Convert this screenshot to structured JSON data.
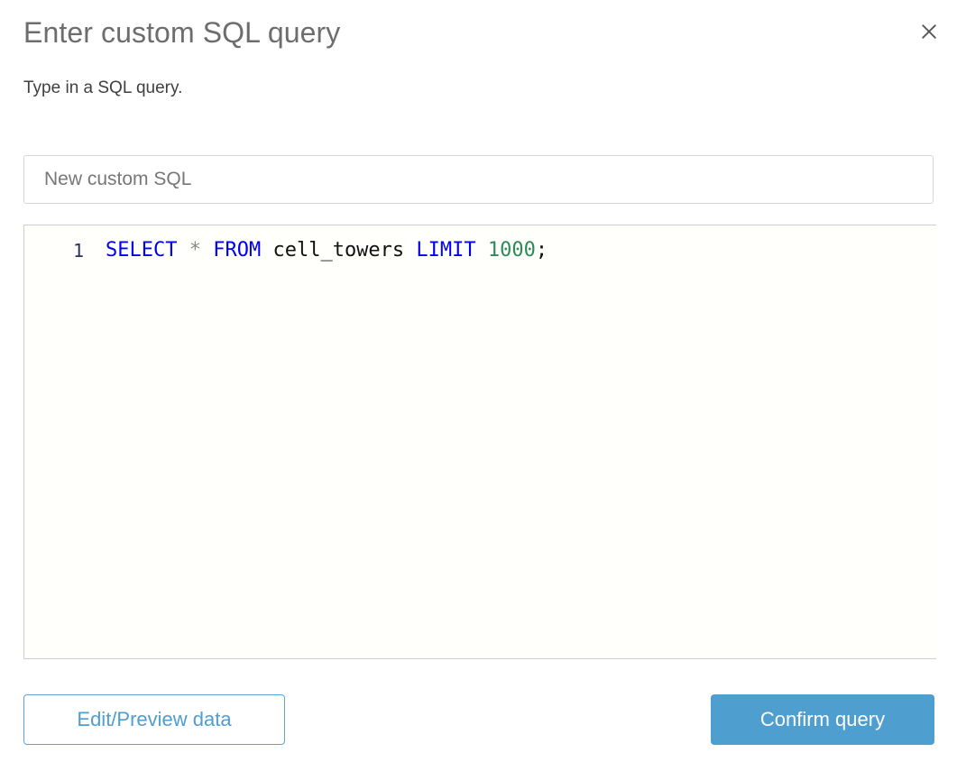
{
  "dialog": {
    "title": "Enter custom SQL query",
    "subtitle": "Type in a SQL query.",
    "close_icon": "close-icon"
  },
  "name_field": {
    "value": "",
    "placeholder": "New custom SQL"
  },
  "editor": {
    "line_numbers": [
      "1"
    ],
    "query_text": "SELECT * FROM cell_towers LIMIT 1000;",
    "tokens": [
      {
        "text": "SELECT",
        "type": "keyword"
      },
      {
        "text": " ",
        "type": "space"
      },
      {
        "text": "*",
        "type": "star"
      },
      {
        "text": " ",
        "type": "space"
      },
      {
        "text": "FROM",
        "type": "keyword"
      },
      {
        "text": " ",
        "type": "space"
      },
      {
        "text": "cell_towers",
        "type": "identifier"
      },
      {
        "text": " ",
        "type": "space"
      },
      {
        "text": "LIMIT",
        "type": "keyword"
      },
      {
        "text": " ",
        "type": "space"
      },
      {
        "text": "1000",
        "type": "number"
      },
      {
        "text": ";",
        "type": "punct"
      }
    ],
    "parts": {
      "select": "SELECT",
      "star": "*",
      "from": "FROM",
      "table": "cell_towers",
      "limit": "LIMIT",
      "rowcount": "1000",
      "semicolon": ";",
      "sp": " "
    }
  },
  "footer": {
    "secondary_label": "Edit/Preview data",
    "primary_label": "Confirm query"
  },
  "colors": {
    "accent": "#4f9ed0",
    "keyword": "#0000ee",
    "number": "#2e8b57",
    "gutter": "#27335f",
    "title": "#6d6d6d",
    "subtitle": "#3f3f3f",
    "editor_bg": "#fffffb",
    "border": "#cfcfcf"
  }
}
